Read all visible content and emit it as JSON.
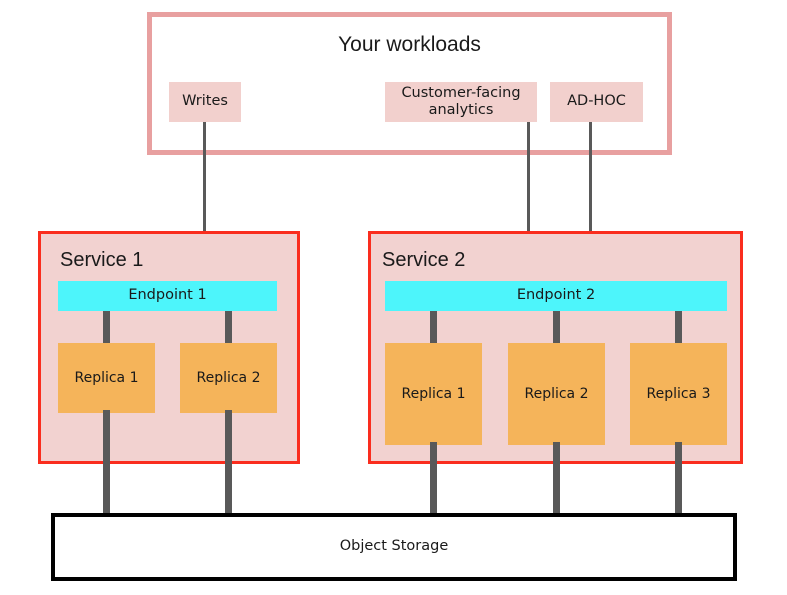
{
  "diagram": {
    "workloads": {
      "title": "Your workloads",
      "chips": [
        {
          "label": "Writes"
        },
        {
          "label": "Customer-facing analytics"
        },
        {
          "label": "AD-HOC"
        }
      ]
    },
    "services": [
      {
        "title": "Service 1",
        "endpoint": "Endpoint 1",
        "replicas": [
          "Replica 1",
          "Replica 2"
        ]
      },
      {
        "title": "Service 2",
        "endpoint": "Endpoint 2",
        "replicas": [
          "Replica 1",
          "Replica 2",
          "Replica 3"
        ]
      }
    ],
    "storage": {
      "label": "Object Storage"
    },
    "colors": {
      "workload_border": "#e8a0a0",
      "workload_chip": "#f2d0cd",
      "service_border": "#fa2d1e",
      "service_fill": "#f2d2d0",
      "endpoint_fill": "#4df5fb",
      "replica_fill": "#f5b45a",
      "connector": "#595959",
      "storage_border": "#000000",
      "background": "#ffffff"
    }
  }
}
